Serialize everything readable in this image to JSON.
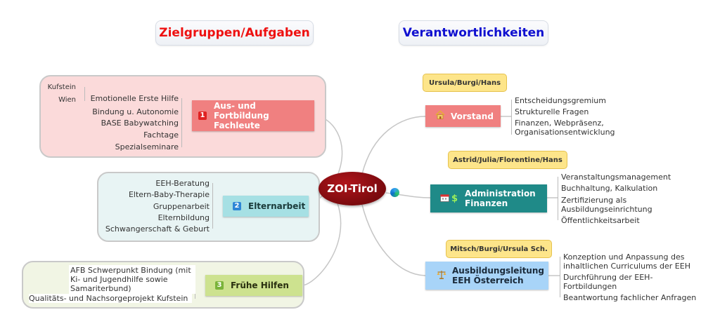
{
  "headers": {
    "left": "Zielgruppen/Aufgaben",
    "left_color": "#ee1111",
    "right": "Verantwortlichkeiten",
    "right_color": "#1010d0"
  },
  "central": {
    "label": "ZOI-Tirol",
    "color": "#8b0d12"
  },
  "left_topics": {
    "t1": {
      "badge": "1",
      "label": "Aus- und Fortbildung Fachleute",
      "color": "#f08080",
      "subs": [
        "Emotionelle Erste Hilfe",
        "Bindung u. Autonomie",
        "BASE Babywatching",
        "Fachtage",
        "Spezialseminare"
      ],
      "subsubs": [
        "Kufstein",
        "Wien"
      ]
    },
    "t2": {
      "badge": "2",
      "label": "Elternarbeit",
      "color": "#a6e0e4",
      "subs": [
        "EEH-Beratung",
        "Eltern-Baby-Therapie",
        "Gruppenarbeit",
        "Elternbildung",
        "Schwangerschaft & Geburt"
      ]
    },
    "t3": {
      "badge": "3",
      "label": "Frühe Hilfen",
      "color": "#cde28f",
      "subs": [
        "AFB Schwerpunkt Bindung (mit Ki- und Jugendhilfe sowie Samariterbund)",
        "Qualitäts- und Nachsorgeprojekt Kufstein"
      ]
    }
  },
  "right_topics": {
    "vorstand": {
      "callout": "Ursula/Burgi/Hans",
      "label": "Vorstand",
      "icon": "house-icon",
      "color": "#f08080",
      "subs": [
        "Entscheidungsgremium",
        "Strukturelle Fragen",
        "Finanzen, Webpräsenz, Organisationsentwicklung"
      ]
    },
    "admin": {
      "callout": "Astrid/Julia/Florentine/Hans",
      "label": "Administration Finanzen",
      "icons": [
        "calendar-icon",
        "dollar-icon"
      ],
      "color": "#1f8a88",
      "subs": [
        "Veranstaltungsmanagement",
        "Buchhaltung, Kalkulation",
        "Zertifizierung als Ausbildungseinrichtung",
        "Öffentlichkeitsarbeit"
      ]
    },
    "ausbildung": {
      "callout": "Mitsch/Burgi/Ursula Sch.",
      "label": "Ausbildungsleitung EEH Österreich",
      "icon": "scales-icon",
      "color": "#a8d4f8",
      "subs": [
        "Konzeption und Anpassung des inhaltlichen Curriculums der EEH",
        "Durchführung der EEH-Fortbildungen",
        "Beantwortung fachlicher Anfragen"
      ]
    }
  }
}
